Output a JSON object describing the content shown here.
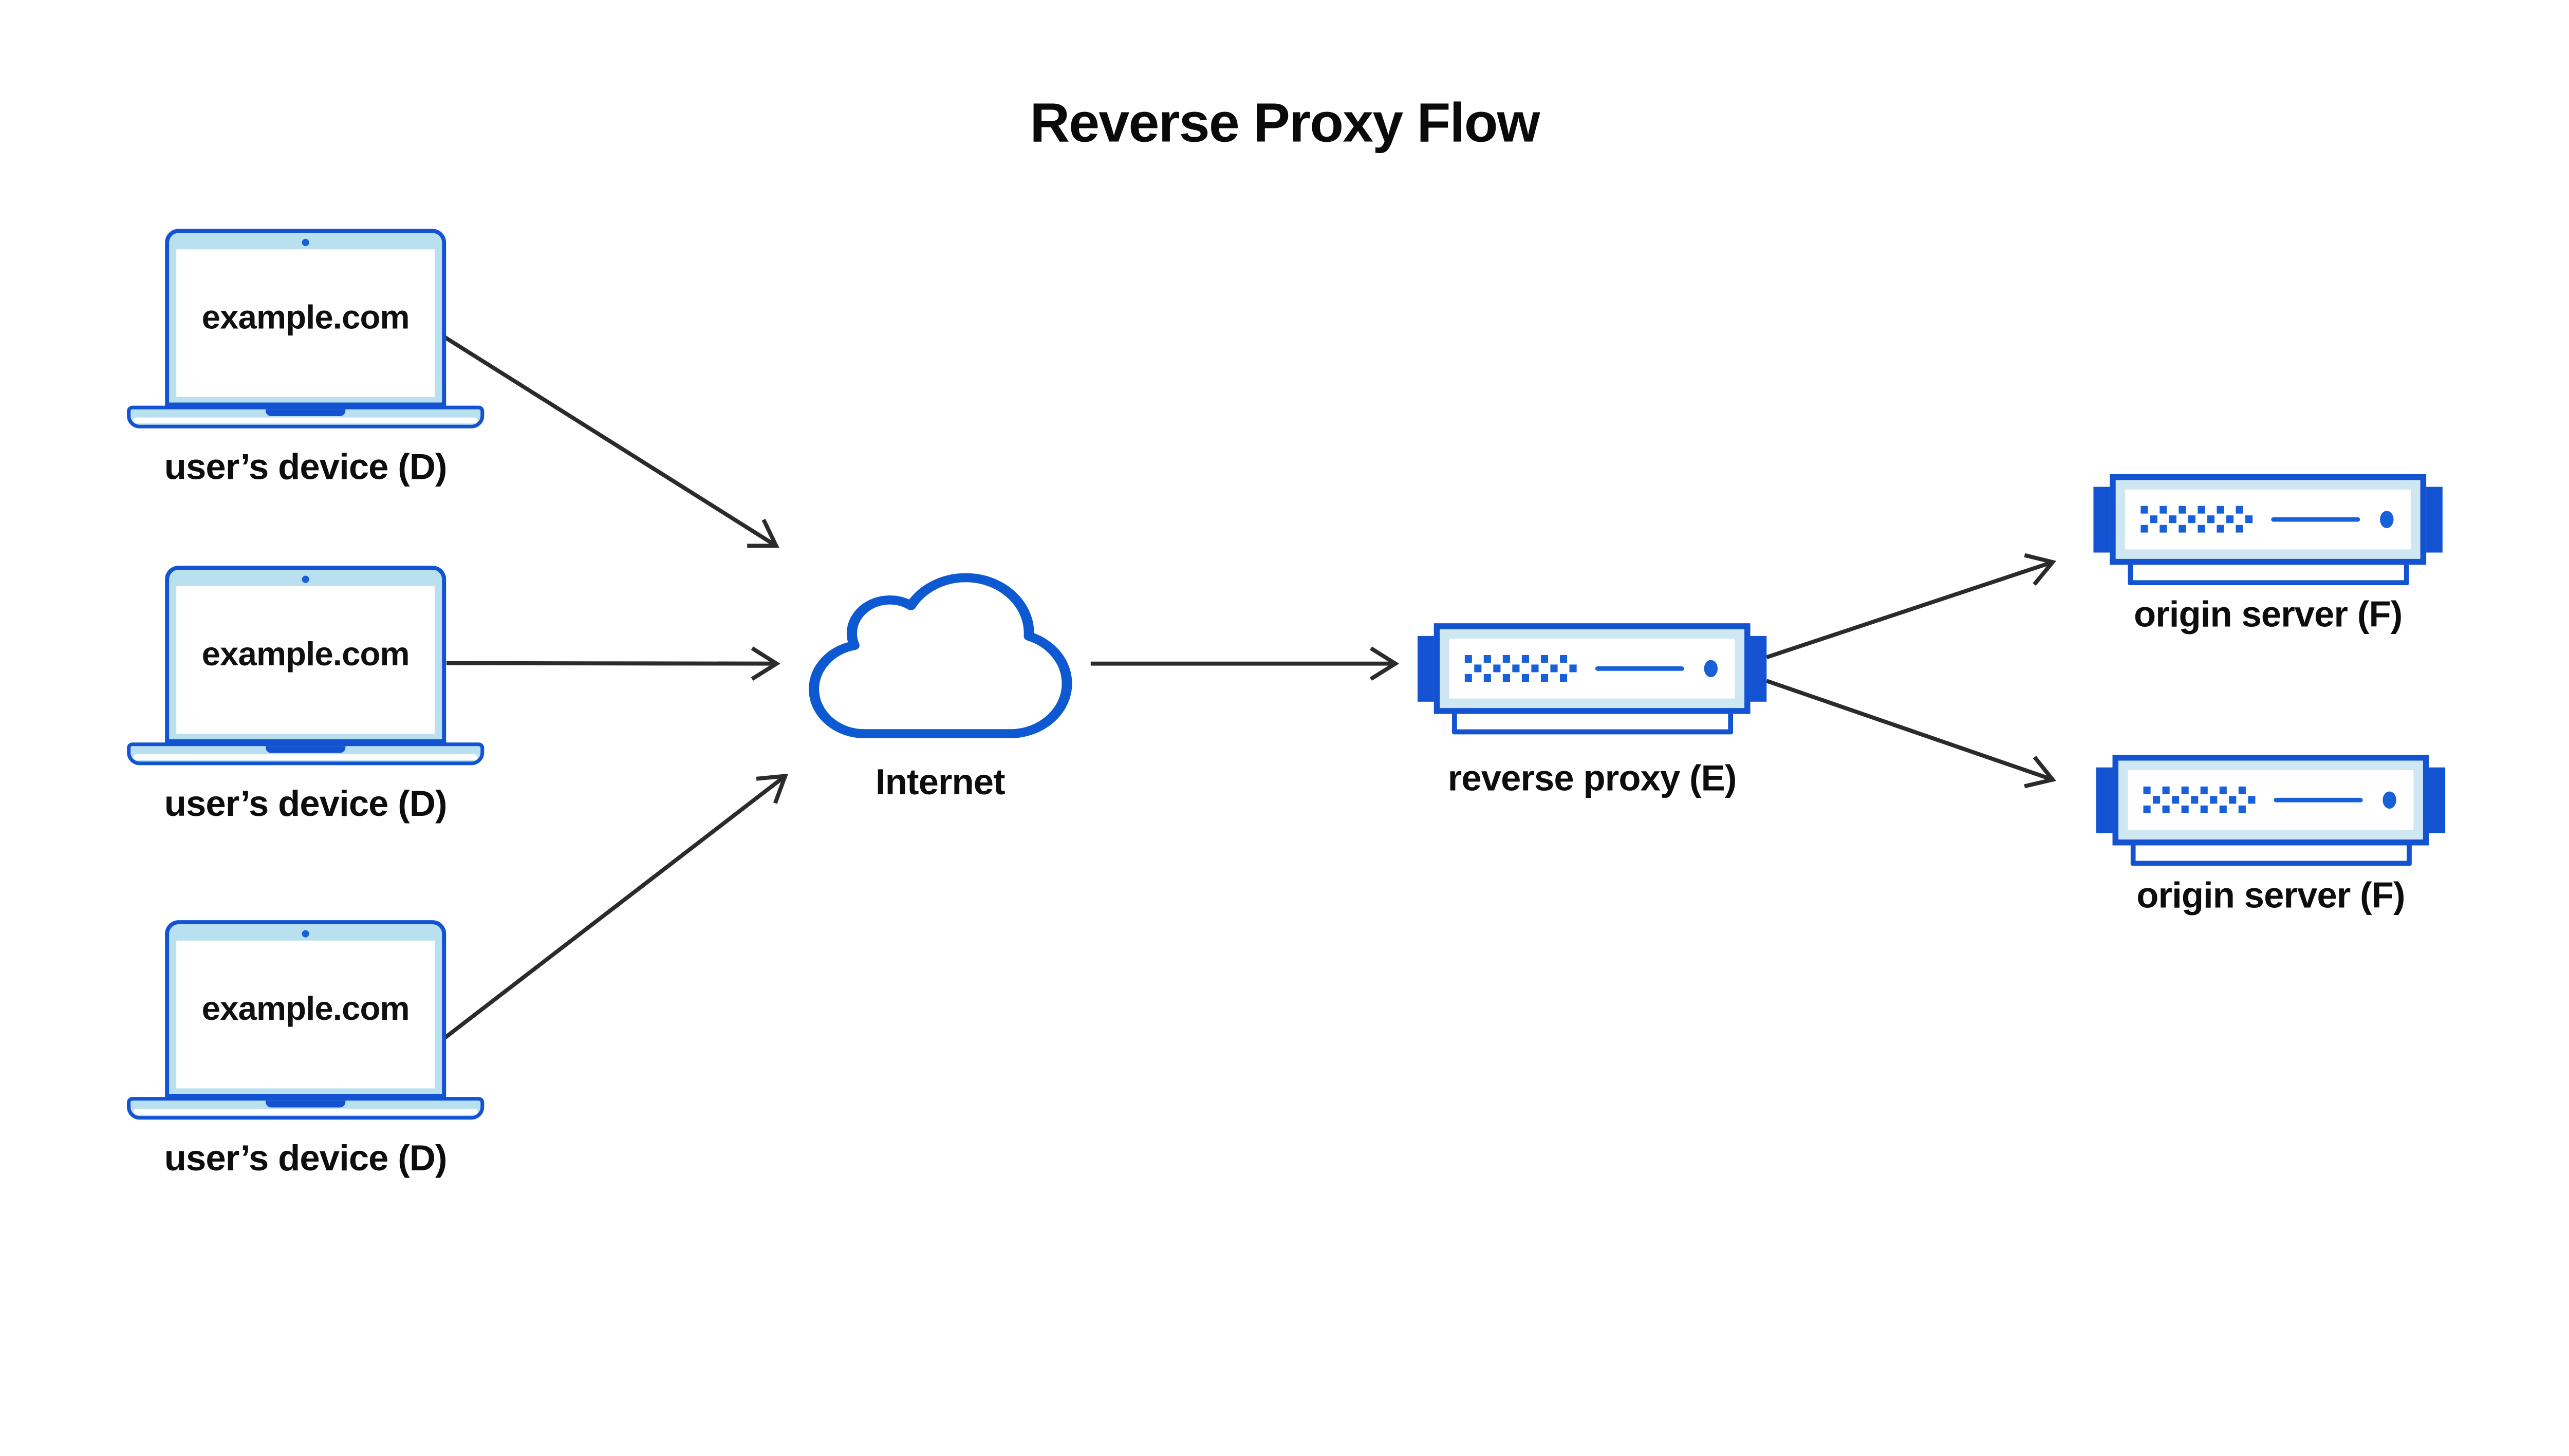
{
  "title": "Reverse Proxy Flow",
  "devices": [
    {
      "screen_text": "example.com",
      "label": "user’s device (D)"
    },
    {
      "screen_text": "example.com",
      "label": "user’s device (D)"
    },
    {
      "screen_text": "example.com",
      "label": "user’s device (D)"
    }
  ],
  "internet": {
    "label": "Internet"
  },
  "reverse_proxy": {
    "label": "reverse proxy (E)"
  },
  "origin_servers": [
    {
      "label": "origin server (F)"
    },
    {
      "label": "origin server (F)"
    }
  ],
  "colors": {
    "outline_blue": "#1353d2",
    "accent_blue": "#1860d8",
    "cloud_blue": "#0d59d2",
    "laptop_fill": "#b9e0ef",
    "server_fill": "#cfe7f2",
    "arrow": "#2b2b2b",
    "text": "#0a0a0a",
    "background": "#ffffff"
  }
}
